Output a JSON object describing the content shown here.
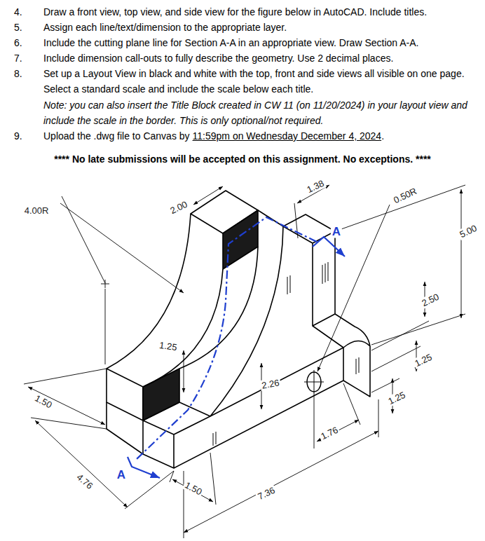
{
  "diagram": {
    "labels": [
      "4.",
      "Draw a front view, top view, and side view for the figure below in AutoCAD. Include titles.",
      "5.",
      "Assign each line/text/dimension to the appropriate layer.",
      "6.",
      "Include the cutting plane line for Section A-A in an appropriate view. Draw Section A-A.",
      "7.",
      "Include dimension call-outs to fully describe the geometry. Use 2 decimal places.",
      "8.",
      "Set up a Layout View in black and white with the top, front and side views all visible on one page. Select a standard scale and include the scale below each title.",
      "Note: you can also insert the Title Block created in CW 11 (on 11/20/2024) in your layout view and include the scale in the border. This is only optional/not required.",
      "9.",
      "Upload the .dwg file to Canvas by",
      "11:59pm on Wednesday December 4, 2024",
      ".",
      "**** No late submissions will be accepted on this assignment. No exceptions. ****",
      "4.00R",
      "2.00",
      "1.38",
      "0.50R",
      "5.00",
      "2.50",
      "1.25",
      "2.26",
      "1.25",
      "1.25",
      "1.50",
      "1.76",
      "4.76",
      "A",
      "A",
      "1.50",
      "7.36"
    ]
  }
}
